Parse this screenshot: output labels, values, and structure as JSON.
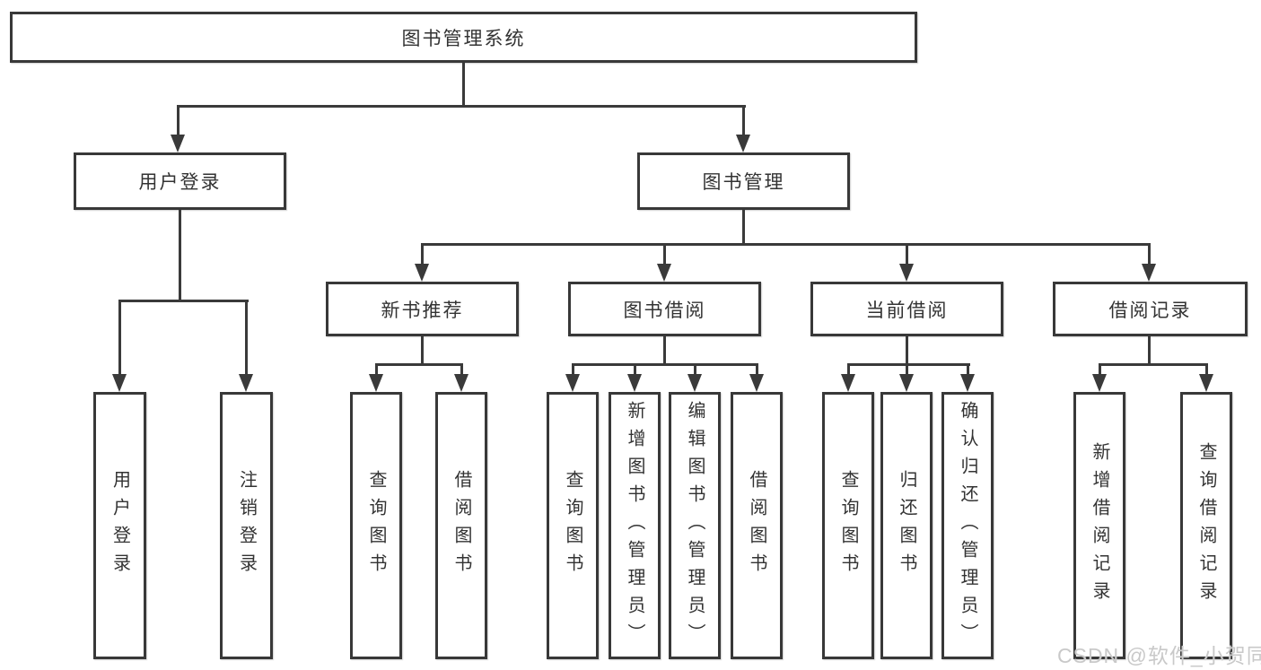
{
  "colors": {
    "line": "#3a3a3a",
    "border": "#383838",
    "text": "#333333",
    "background": "#ffffff",
    "watermark": "#c9c9c9"
  },
  "tree": {
    "root": {
      "label": "图书管理系统",
      "children": [
        {
          "label": "用户登录",
          "children": [
            {
              "label": "用户登录"
            },
            {
              "label": "注销登录"
            }
          ]
        },
        {
          "label": "图书管理",
          "children": [
            {
              "label": "新书推荐",
              "children": [
                {
                  "label": "查询图书"
                },
                {
                  "label": "借阅图书"
                }
              ]
            },
            {
              "label": "图书借阅",
              "children": [
                {
                  "label": "查询图书"
                },
                {
                  "label": "新增图书（管理员）"
                },
                {
                  "label": "编辑图书（管理员）"
                },
                {
                  "label": "借阅图书"
                }
              ]
            },
            {
              "label": "当前借阅",
              "children": [
                {
                  "label": "查询图书"
                },
                {
                  "label": "归还图书"
                },
                {
                  "label": "确认归还（管理员）"
                }
              ]
            },
            {
              "label": "借阅记录",
              "children": [
                {
                  "label": "新增借阅记录"
                },
                {
                  "label": "查询借阅记录"
                }
              ]
            }
          ]
        }
      ]
    }
  },
  "watermark": "CSDN @软件_小贺同学"
}
